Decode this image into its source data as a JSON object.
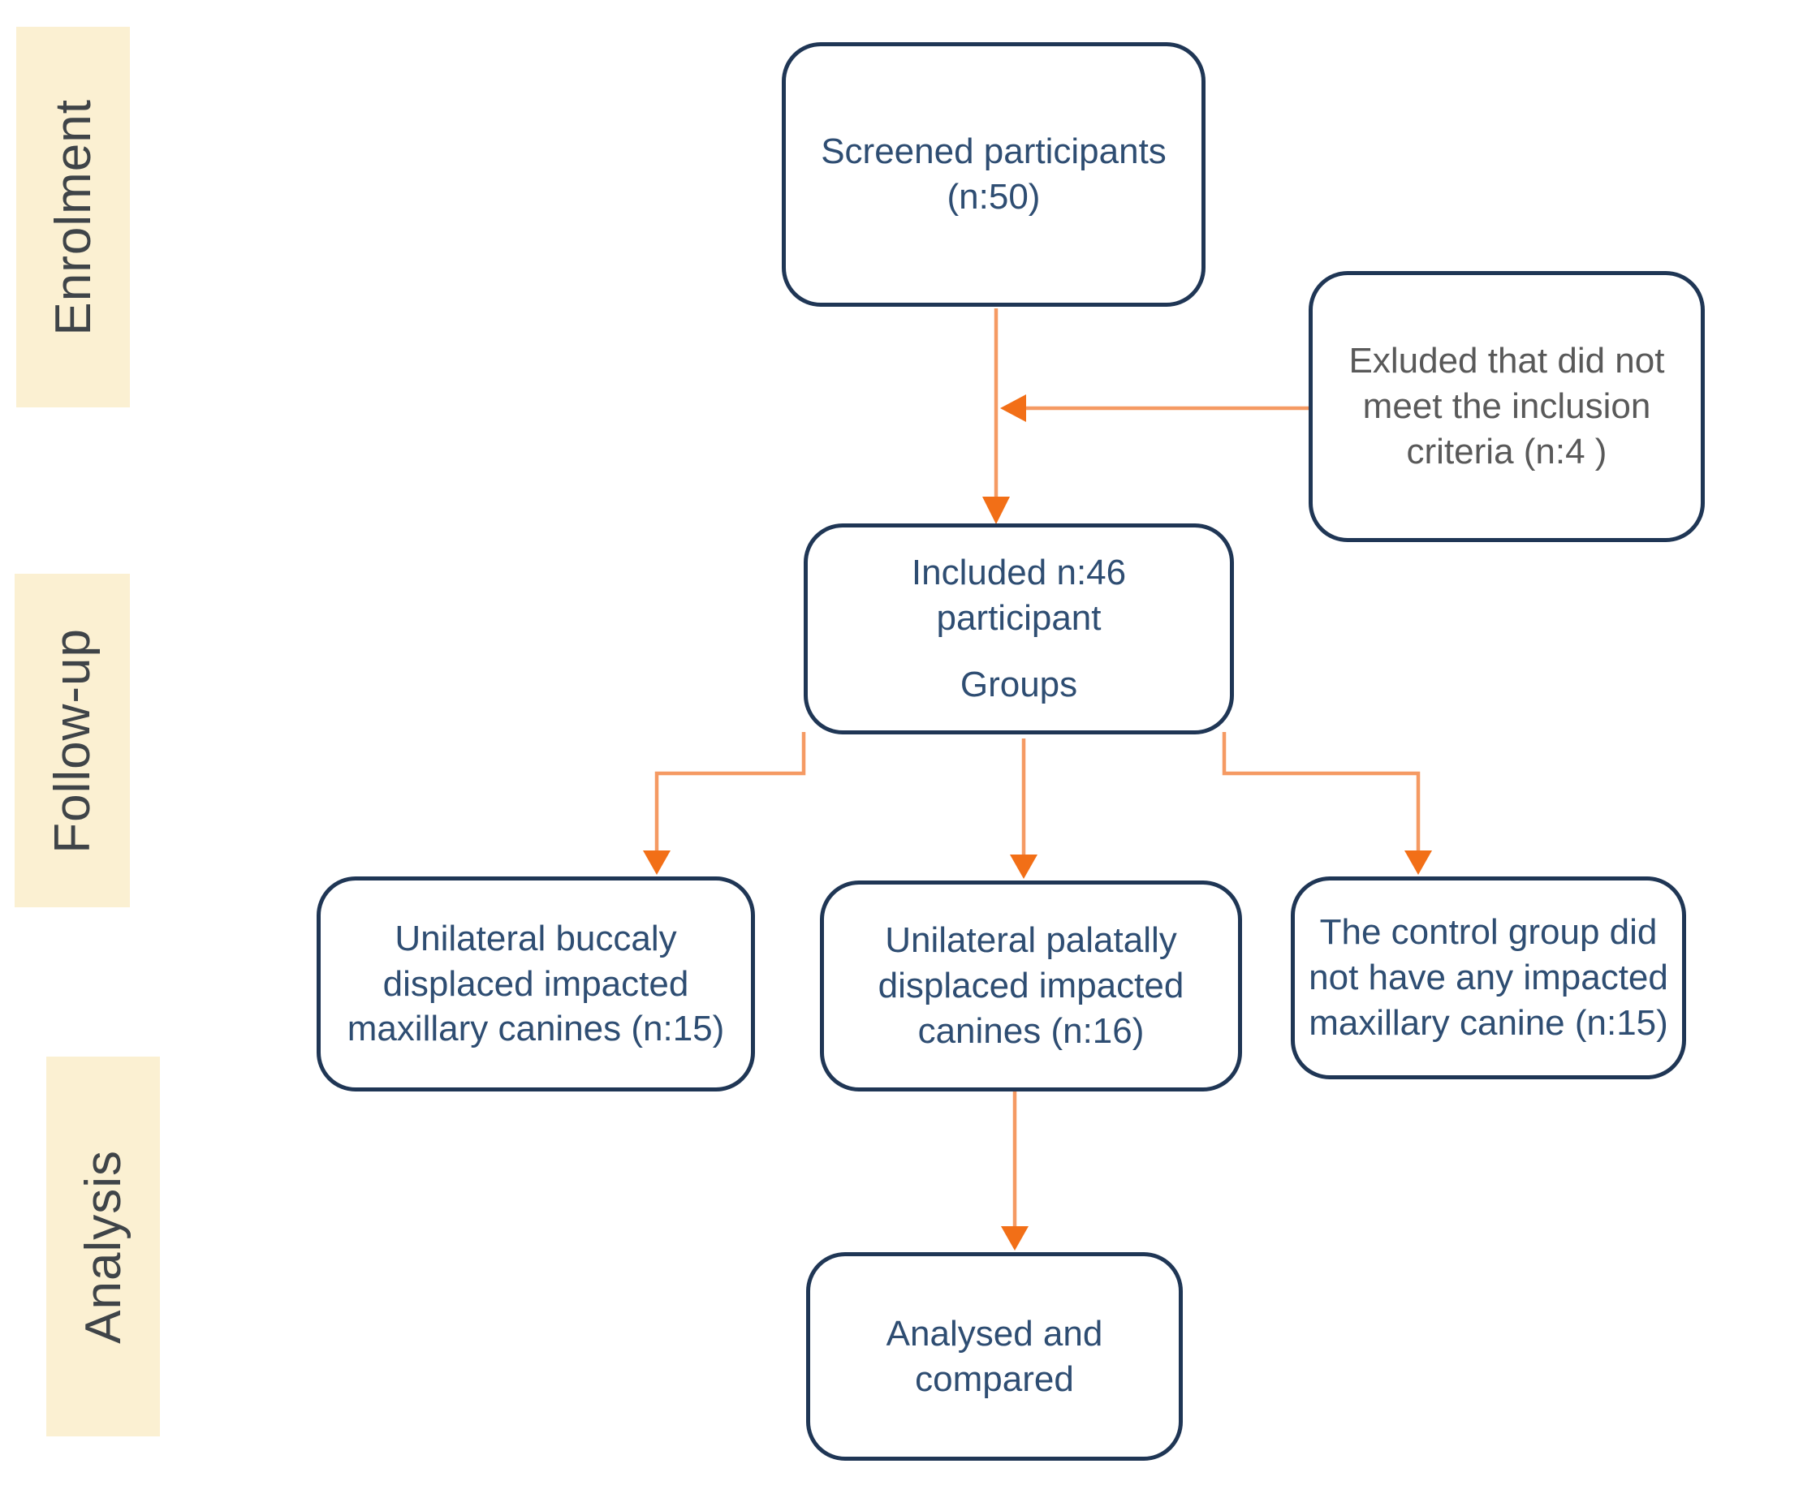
{
  "stages": [
    {
      "label": "Enrolment"
    },
    {
      "label": "Follow-up"
    },
    {
      "label": "Analysis"
    }
  ],
  "boxes": {
    "screened": {
      "text": "Screened participants (n:50)",
      "n": 50
    },
    "excluded": {
      "text": "Exluded that did not meet the inclusion criteria (n:4 )",
      "n": 4
    },
    "included": {
      "line1": "Included n:46 participant",
      "line2": "Groups",
      "n": 46
    },
    "buccal": {
      "text": "Unilateral buccaly displaced impacted maxillary canines (n:15)",
      "n": 15
    },
    "palatal": {
      "text": "Unilateral palatally displaced impacted canines (n:16)",
      "n": 16
    },
    "control": {
      "text": "The control group did not have any impacted maxillary canine (n:15)",
      "n": 15
    },
    "analysed": {
      "text": "Analysed and compared"
    }
  },
  "colors": {
    "band-fill": "#FBF0D2",
    "band-text": "#3F4448",
    "box-border": "#1F3655",
    "box-text": "#2E4D72",
    "muted-text": "#595959",
    "arrow-line": "#F59A63",
    "arrow-head": "#F26F17"
  }
}
